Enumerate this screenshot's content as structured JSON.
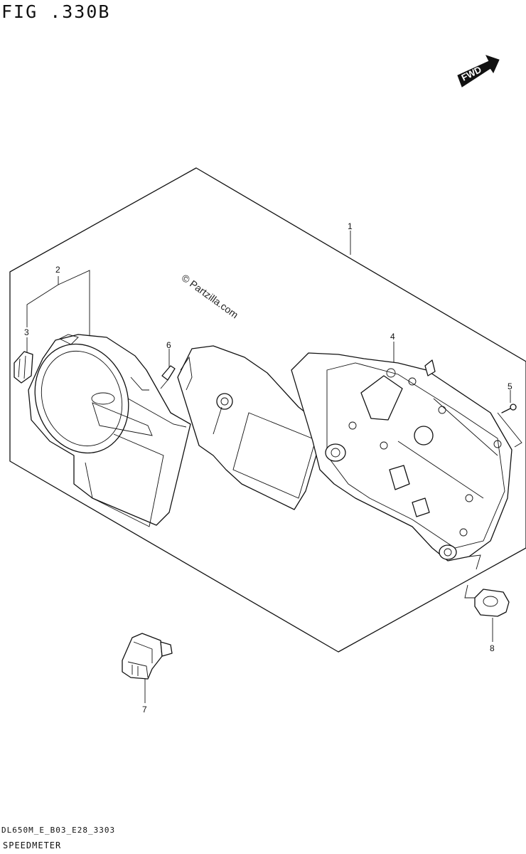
{
  "figure": {
    "title": "FIG .330B"
  },
  "direction": {
    "label": "FWD"
  },
  "watermark": "© Partzilla.com",
  "callouts": {
    "c1": "1",
    "c2": "2",
    "c3": "3",
    "c4": "4",
    "c5": "5",
    "c6": "6",
    "c7": "7",
    "c8": "8"
  },
  "footer": {
    "code": "DL650M_E_B03_E28_3303",
    "name": "SPEEDMETER"
  }
}
